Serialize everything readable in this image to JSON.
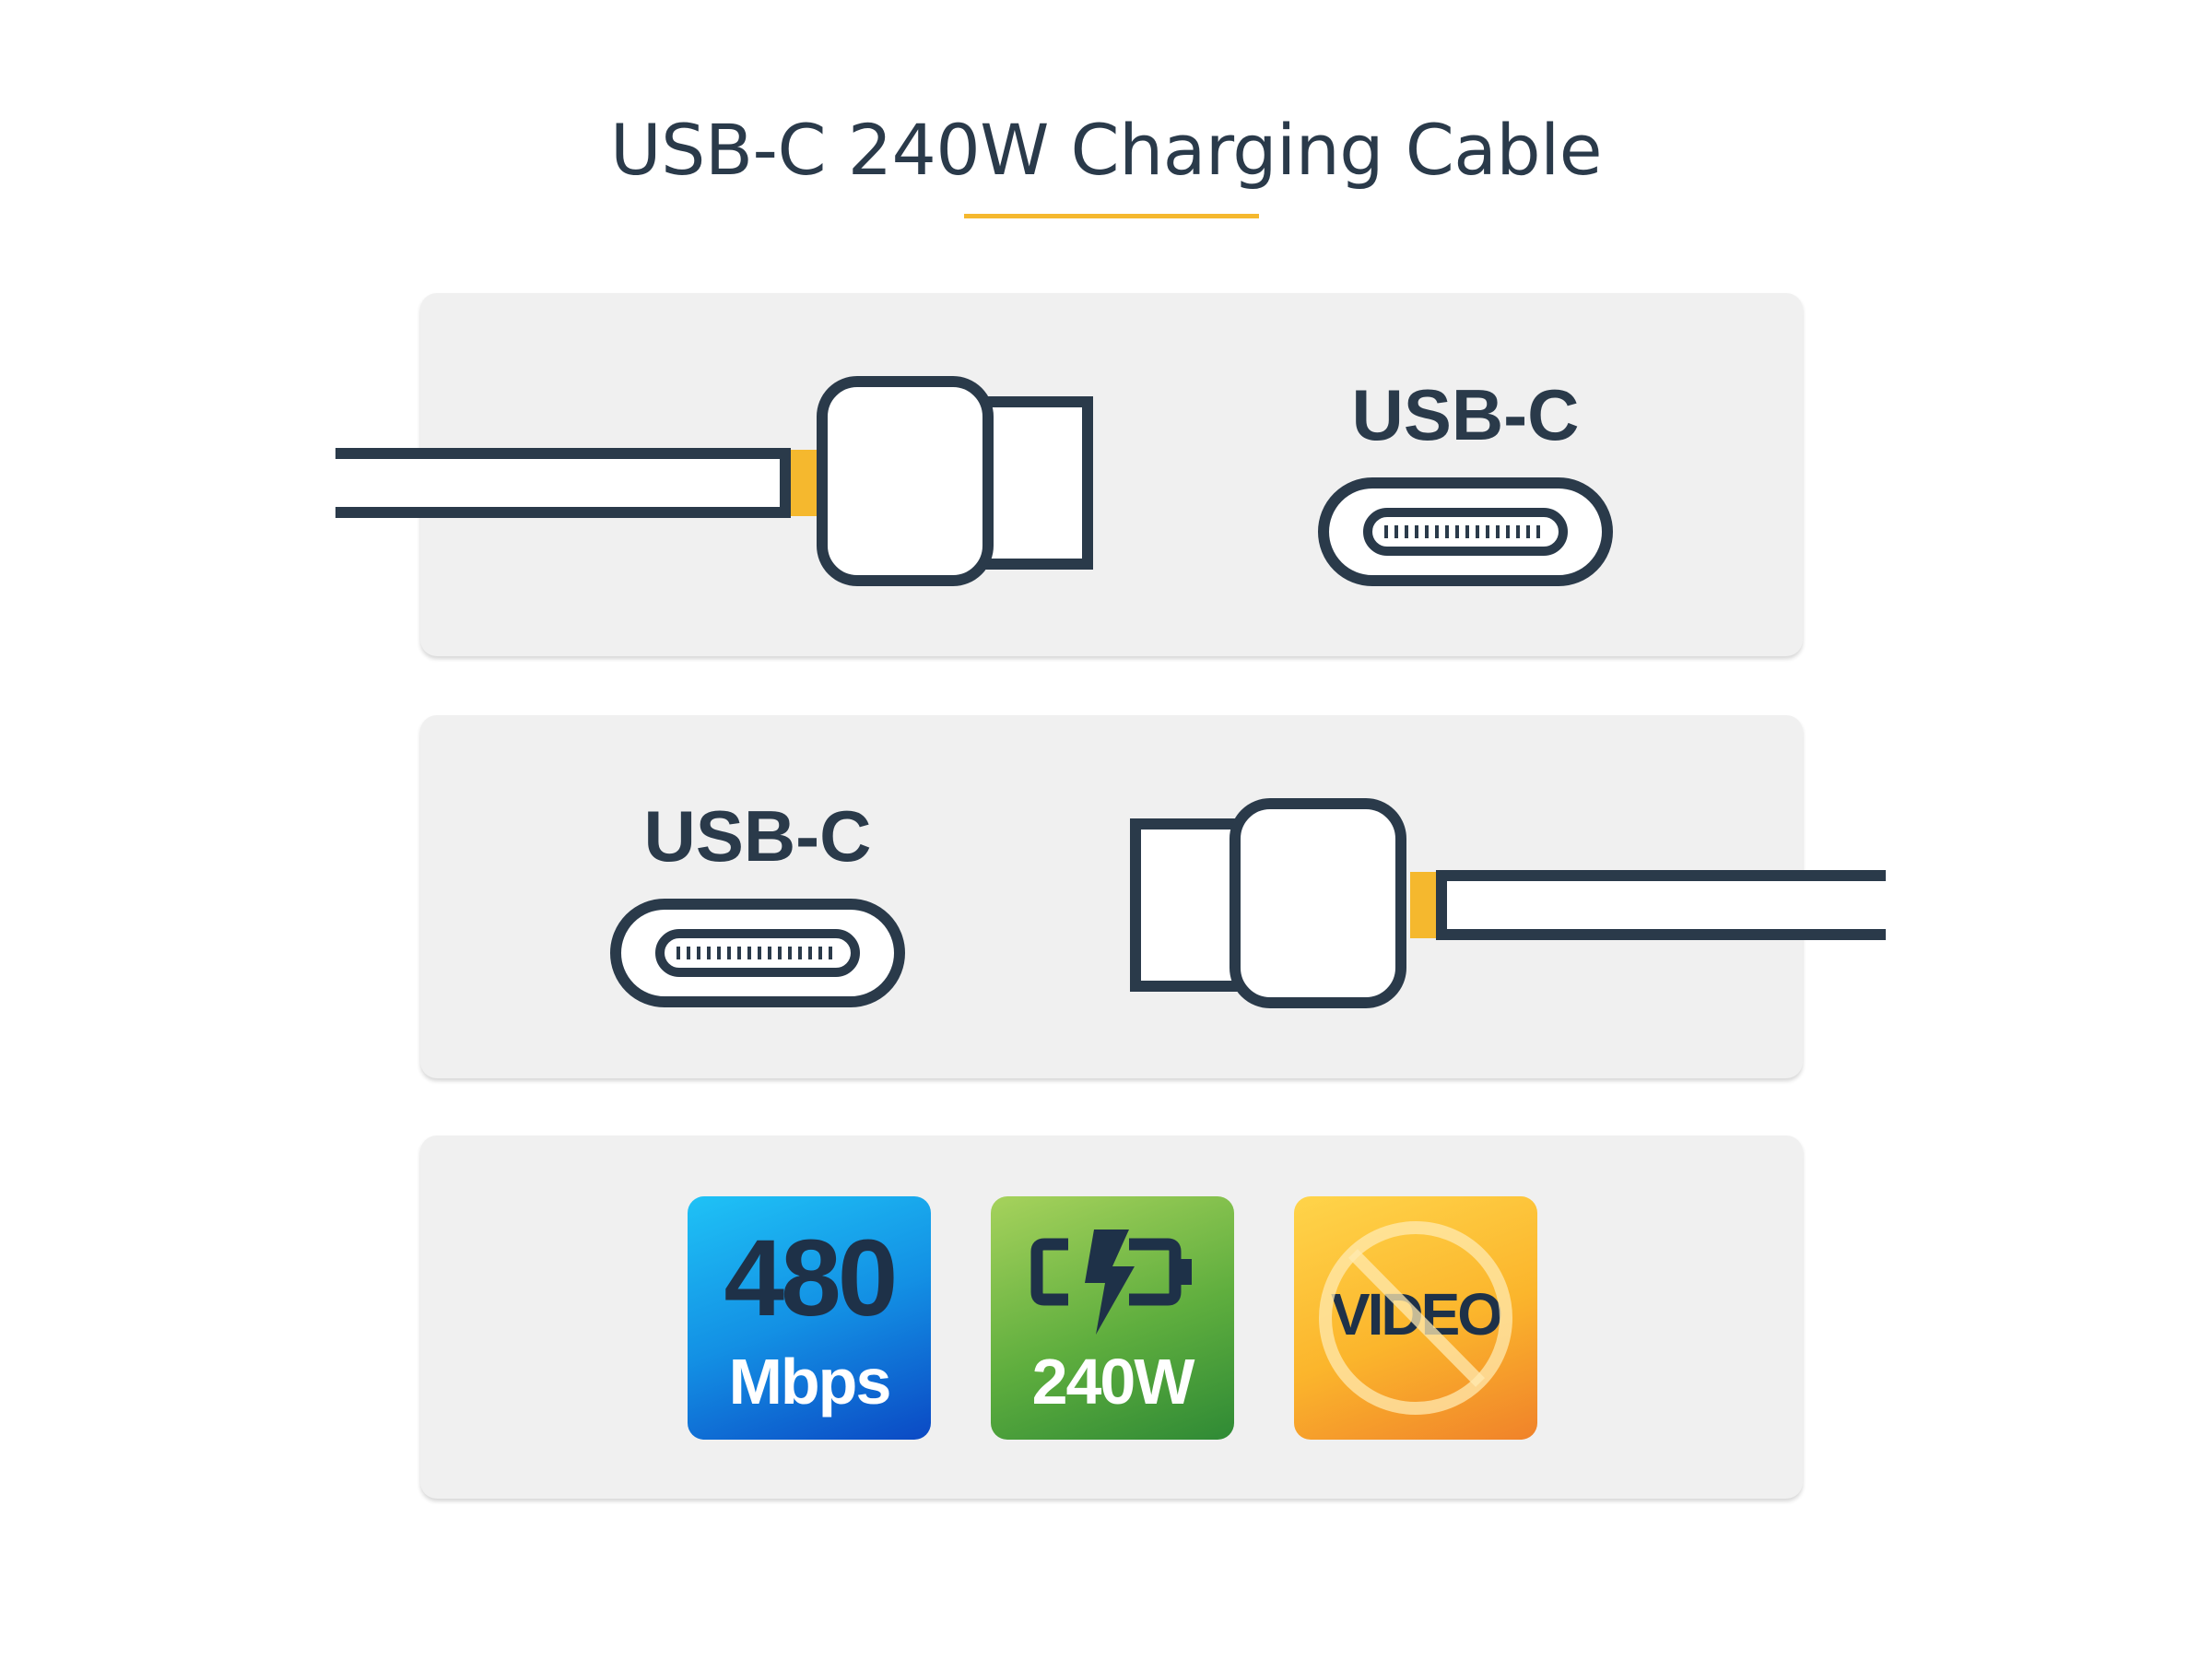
{
  "title": "USB-C 240W Charging Cable",
  "colors": {
    "accent": "#f5b82e",
    "outline": "#2a3a4a",
    "panel": "#f0f0f0",
    "speed_badge": "#1390e4",
    "power_badge": "#5fae3e",
    "video_badge": "#fbb52c"
  },
  "connector_end_1": {
    "port_label": "USB-C",
    "icons": [
      "usb-c-plug-icon",
      "usb-c-port-icon"
    ]
  },
  "connector_end_2": {
    "port_label": "USB-C",
    "icons": [
      "usb-c-port-icon",
      "usb-c-plug-icon"
    ]
  },
  "features": {
    "speed": {
      "value": "480",
      "unit": "Mbps"
    },
    "power": {
      "icon": "battery-charging-icon",
      "value": "240W"
    },
    "video": {
      "label": "VIDEO",
      "icon": "no-symbol-icon"
    }
  }
}
